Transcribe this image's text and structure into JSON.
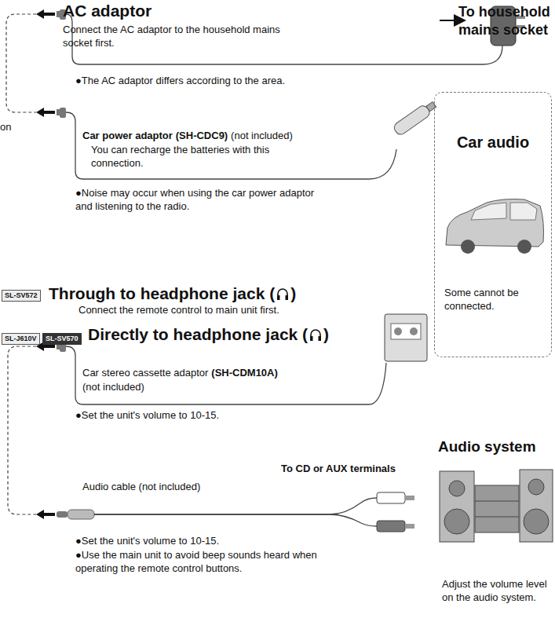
{
  "diagram": {
    "nodes": [
      {
        "text": [
          "Car audio",
          "Some cannot be connected."
        ]
      },
      {
        "text": [
          "SL-SV572"
        ]
      },
      {
        "text": [
          "SL-J610V"
        ]
      },
      {
        "text": [
          "SL-SV570"
        ]
      }
    ],
    "labels": [
      "AC adaptor",
      "Connect the AC adaptor to the household mains socket first.",
      "To household mains socket",
      "●The AC adaptor differs according to the area.",
      "on",
      "Car power adaptor",
      "(SH-CDC9)",
      "(not included)",
      "You can recharge the batteries with this connection.",
      "●Noise may occur when using the car power adaptor and listening to the radio.",
      "Through to headphone jack (",
      ")",
      "Connect the remote control to main unit first.",
      "Directly to headphone jack (",
      ")",
      "Car stereo cassette adaptor",
      "(SH-CDM10A)",
      "(not included)",
      "●Set the unit's volume to 10-15.",
      "Audio system",
      "To CD or AUX terminals",
      "Audio cable (not included)",
      "●Set the unit's volume to 10-15.",
      "●Use the main unit to avoid beep sounds heard when operating the remote control buttons.",
      "Adjust the volume level on the audio system."
    ]
  }
}
